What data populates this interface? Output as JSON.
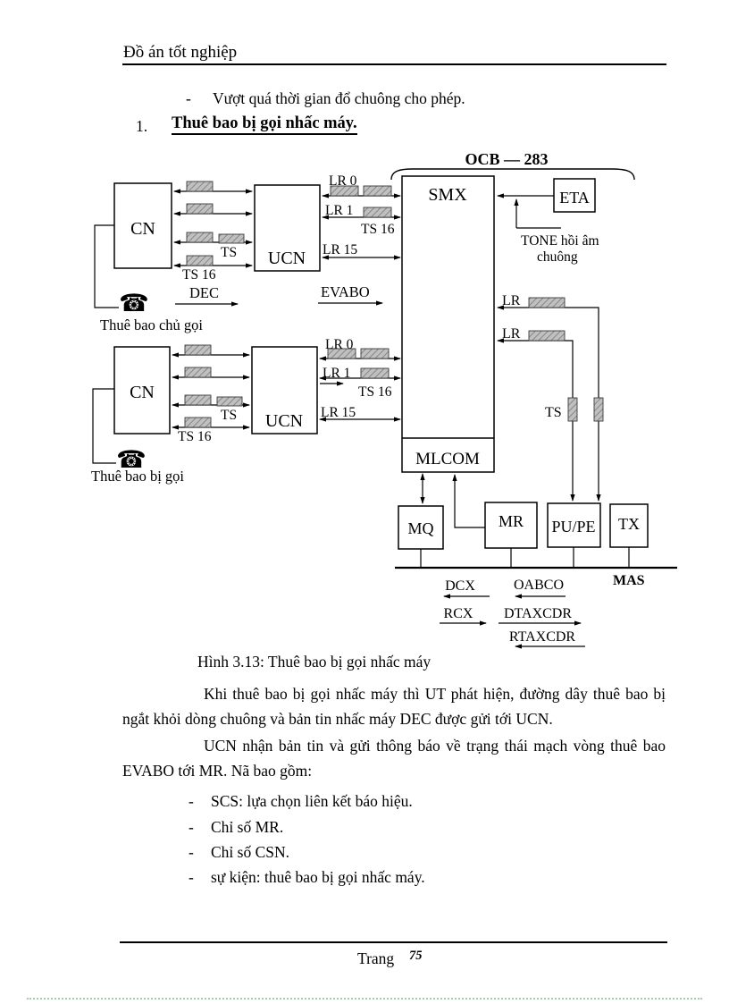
{
  "header": {
    "title": "Đồ án tốt nghiệp"
  },
  "intro": {
    "dash": "-",
    "bullet_text": "Vượt quá thời gian đổ chuông cho phép.",
    "heading_number": "1.",
    "heading_text": "Thuê bao bị gọi nhấc máy."
  },
  "diagram": {
    "system_title": "OCB — 283",
    "blocks": {
      "cn": "CN",
      "ucn": "UCN",
      "smx": "SMX",
      "mlcom": "MLCOM",
      "eta": "ETA",
      "mq": "MQ",
      "mr": "MR",
      "pupe": "PU/PE",
      "tx": "TX"
    },
    "links": {
      "lr0": "LR 0",
      "lr1": "LR 1",
      "lr15": "LR 15",
      "lr": "LR",
      "ts": "TS",
      "ts16": "TS 16"
    },
    "messages": {
      "dec": "DEC",
      "evabo": "EVABO",
      "dcx": "DCX",
      "oabco": "OABCO",
      "rcx": "RCX",
      "dtaxcdr": "DTAXCDR",
      "rtaxcdr": "RTAXCDR",
      "mas": "MAS"
    },
    "tone_label_line1": "TONE hồi âm",
    "tone_label_line2": "chuông",
    "phone_icon": "☎",
    "caller_label": "Thuê bao chủ gọi",
    "callee_label": "Thuê bao bị gọi"
  },
  "caption": "Hình 3.13: Thuê bao bị gọi nhấc máy",
  "paragraphs": [
    "Khi thuê bao bị gọi nhấc máy thì UT phát hiện, đường dây thuê bao bị ngắt khỏi dòng chuông và bản tin nhấc máy DEC được gửi tới UCN.",
    "UCN nhận bản tin và gửi thông báo về trạng thái mạch vòng thuê bao EVABO tới MR. Nã bao gồm:"
  ],
  "list": {
    "dash": "-",
    "items": [
      "SCS: lựa chọn liên kết báo hiệu.",
      "Chỉ số MR.",
      "Chỉ số CSN.",
      "sự kiện: thuê bao bị gọi nhấc máy."
    ]
  },
  "footer": {
    "label": "Trang",
    "page_number": "75"
  }
}
